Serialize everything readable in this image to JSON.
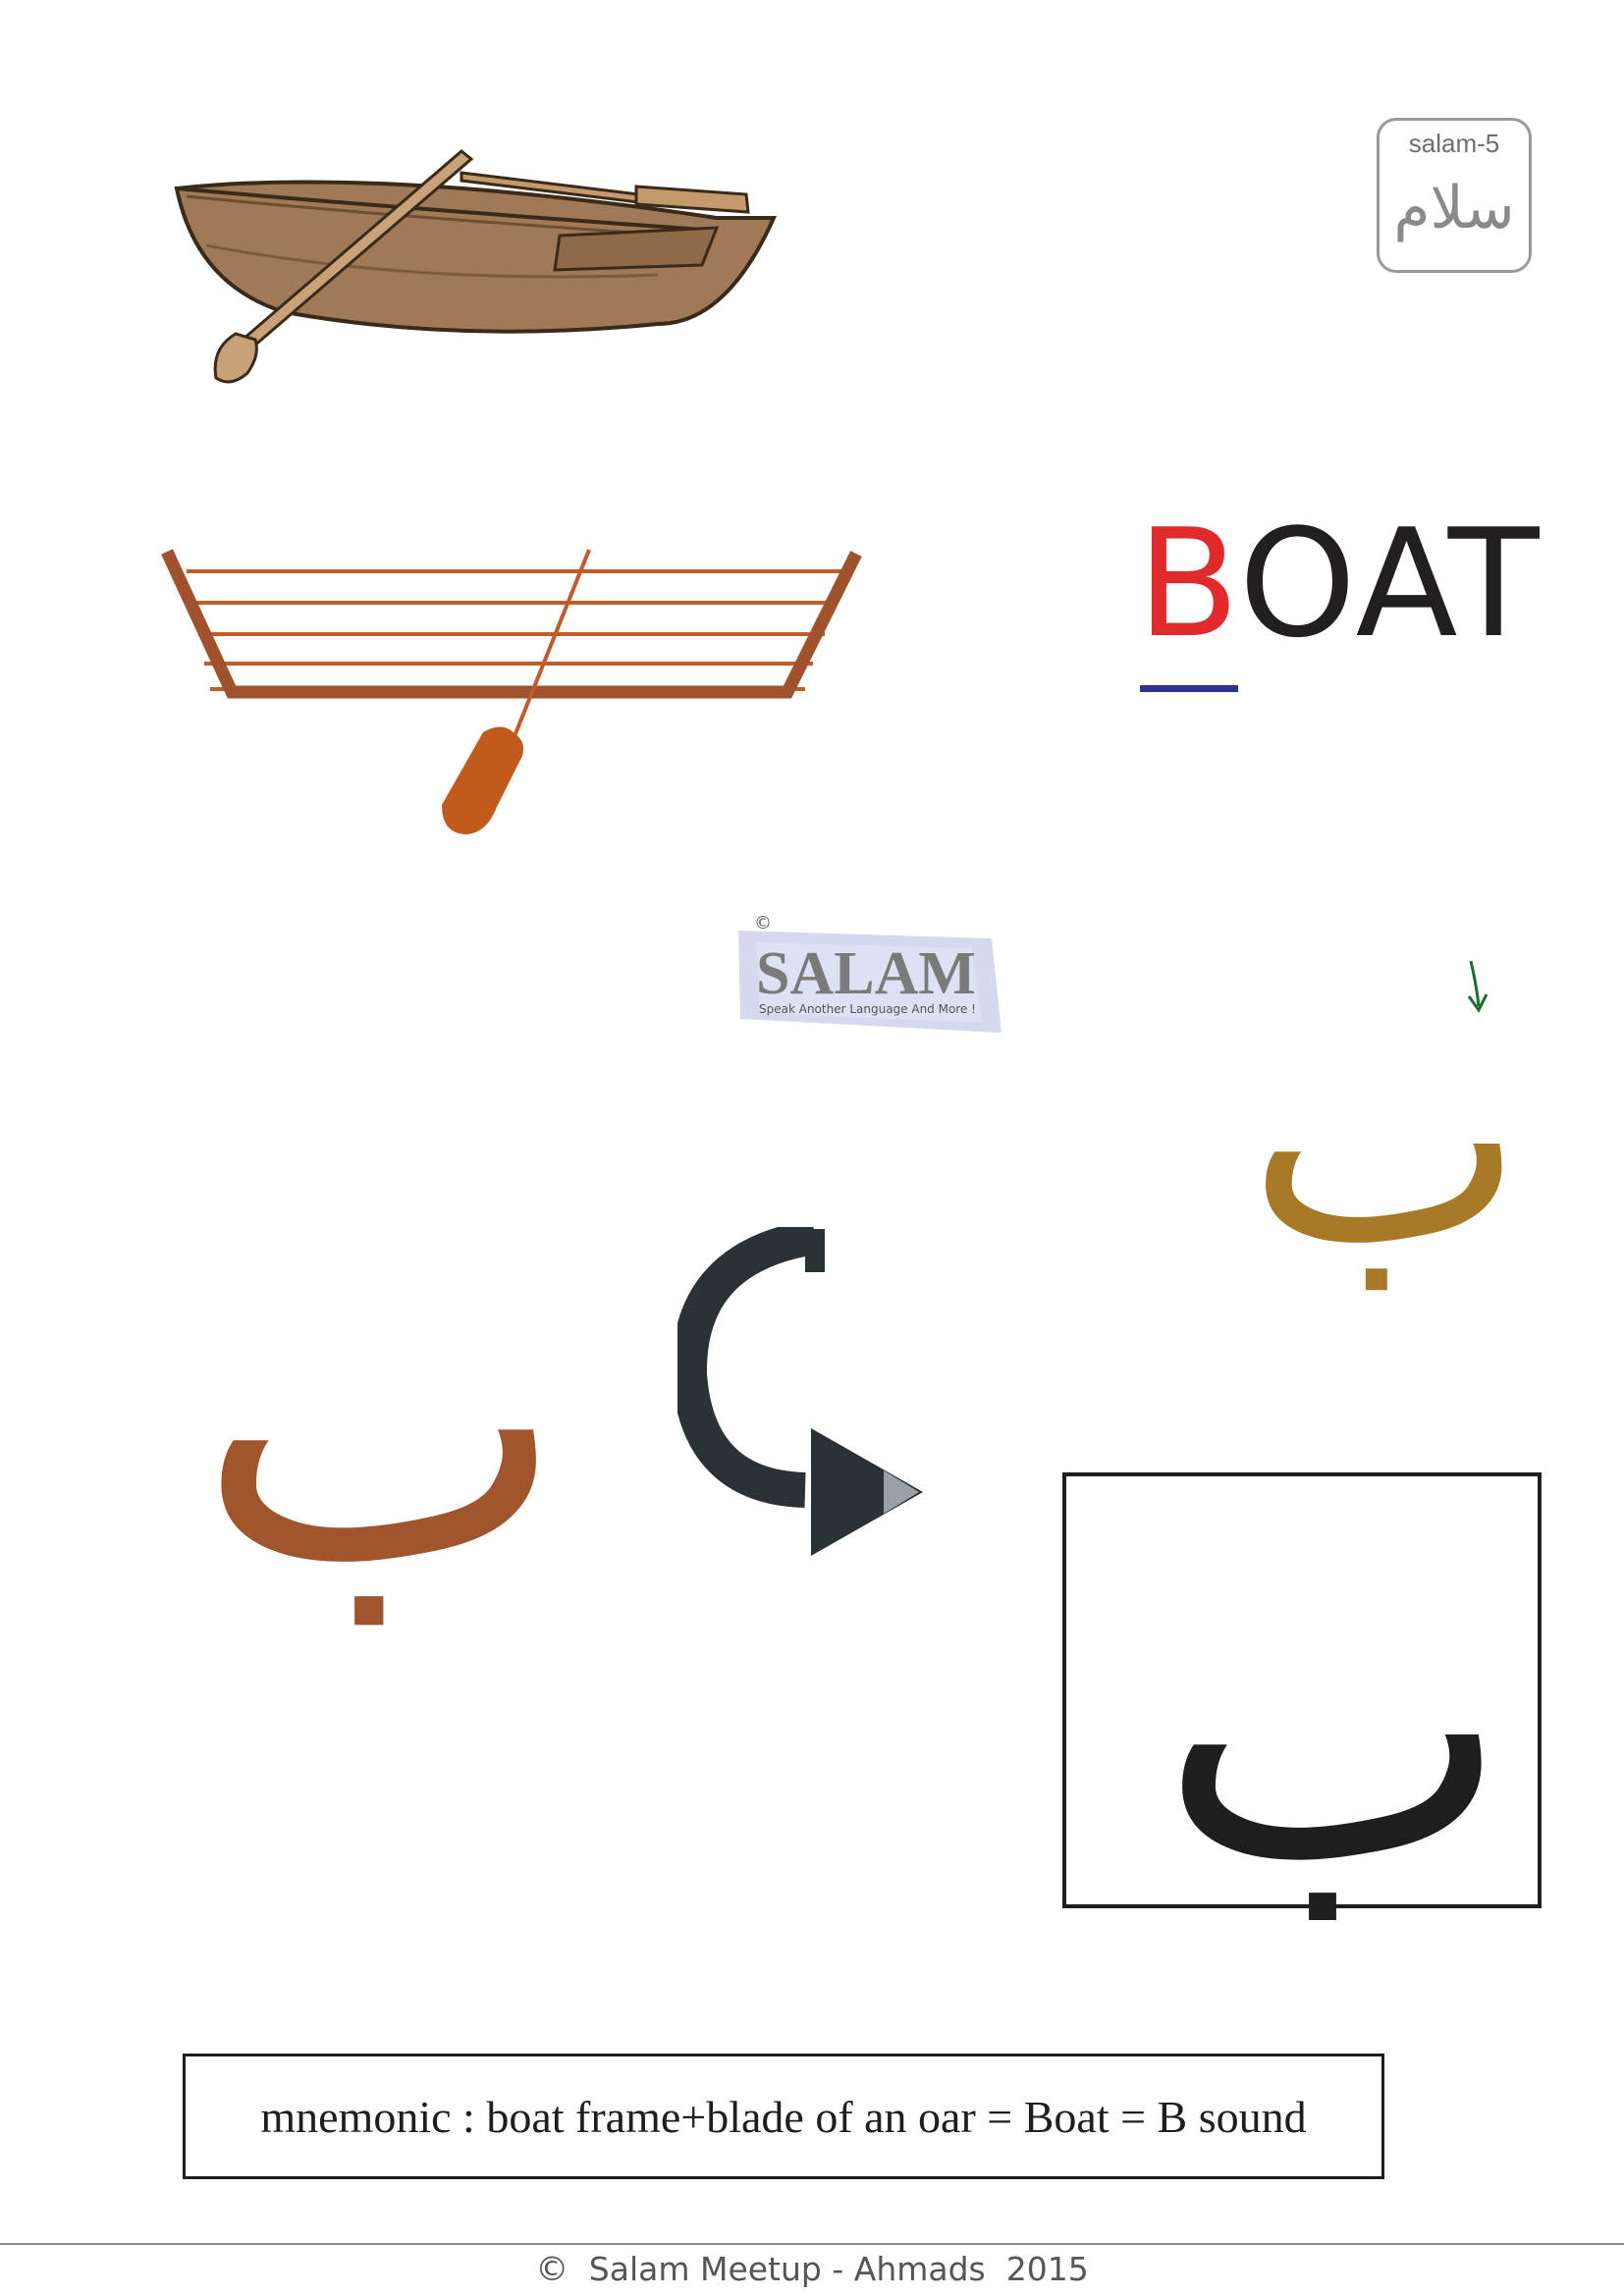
{
  "badge": {
    "code": "salam-5",
    "arabic": "سلام"
  },
  "word": {
    "first_letter": "B",
    "rest": "OAT",
    "first_letter_color": "#e02a2b",
    "rest_color": "#231f20",
    "underline_color": "#2e3192"
  },
  "letters": {
    "gold": "ب",
    "brown": "ب",
    "boxed": "ب"
  },
  "watermark": {
    "copyright": "©",
    "brand": "SALAM",
    "tagline": "Speak Another Language And More !"
  },
  "mnemonic": "mnemonic : boat frame+blade of an oar = Boat = B sound",
  "footer": {
    "copyright_symbol": "©",
    "text": "Salam Meetup - Ahmads  2015"
  },
  "icons": {
    "boat": "rowing-boat-illustration",
    "frame": "boat-frame-with-oar-diagram",
    "curved_arrow": "curved-arrow-icon",
    "small_arrow": "small-down-arrow-icon"
  },
  "colors": {
    "gold_letter": "#a87a28",
    "brown_letter": "#a0552c",
    "boxed_letter": "#1e1e1e",
    "frame": "#a0522d",
    "arrow": "#2b3236"
  }
}
